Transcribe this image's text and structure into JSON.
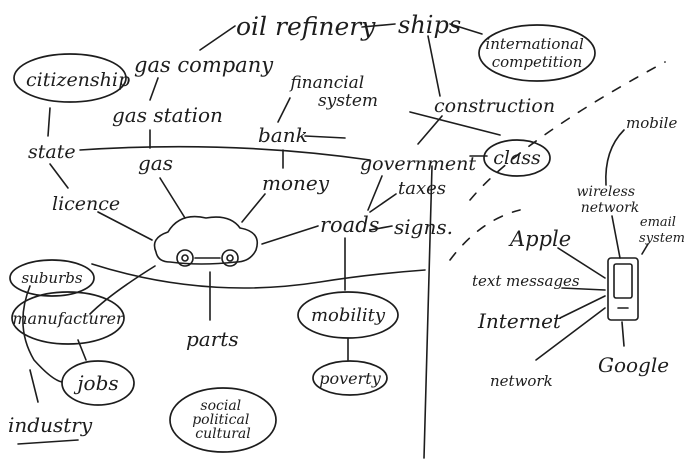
{
  "diagram": {
    "labels": {
      "oil_refinery": "oil refinery",
      "ships": "ships",
      "international_competition": "international competition",
      "citizenship": "citizenship",
      "gas_company": "gas company",
      "gas_station": "gas station",
      "financial_system": "financial system",
      "construction": "construction",
      "state": "state",
      "bank": "bank",
      "class": "class",
      "gas": "gas",
      "government": "government",
      "money": "money",
      "taxes": "taxes",
      "licence": "licence",
      "roads": "roads",
      "signs": "signs.",
      "suburbs": "suburbs",
      "manufacturer": "manufacturer",
      "parts": "parts",
      "mobility": "mobility",
      "jobs": "jobs",
      "poverty": "poverty",
      "industry": "industry",
      "social_political_cultural": "social political cultural",
      "mobile": "mobile",
      "wireless_network": "wireless network",
      "email_system": "email system",
      "apple": "Apple",
      "text_messages": "text messages",
      "internet": "Internet",
      "network": "network",
      "google": "Google"
    },
    "icons": {
      "center": "car-icon",
      "right": "mobile-phone-icon"
    }
  }
}
